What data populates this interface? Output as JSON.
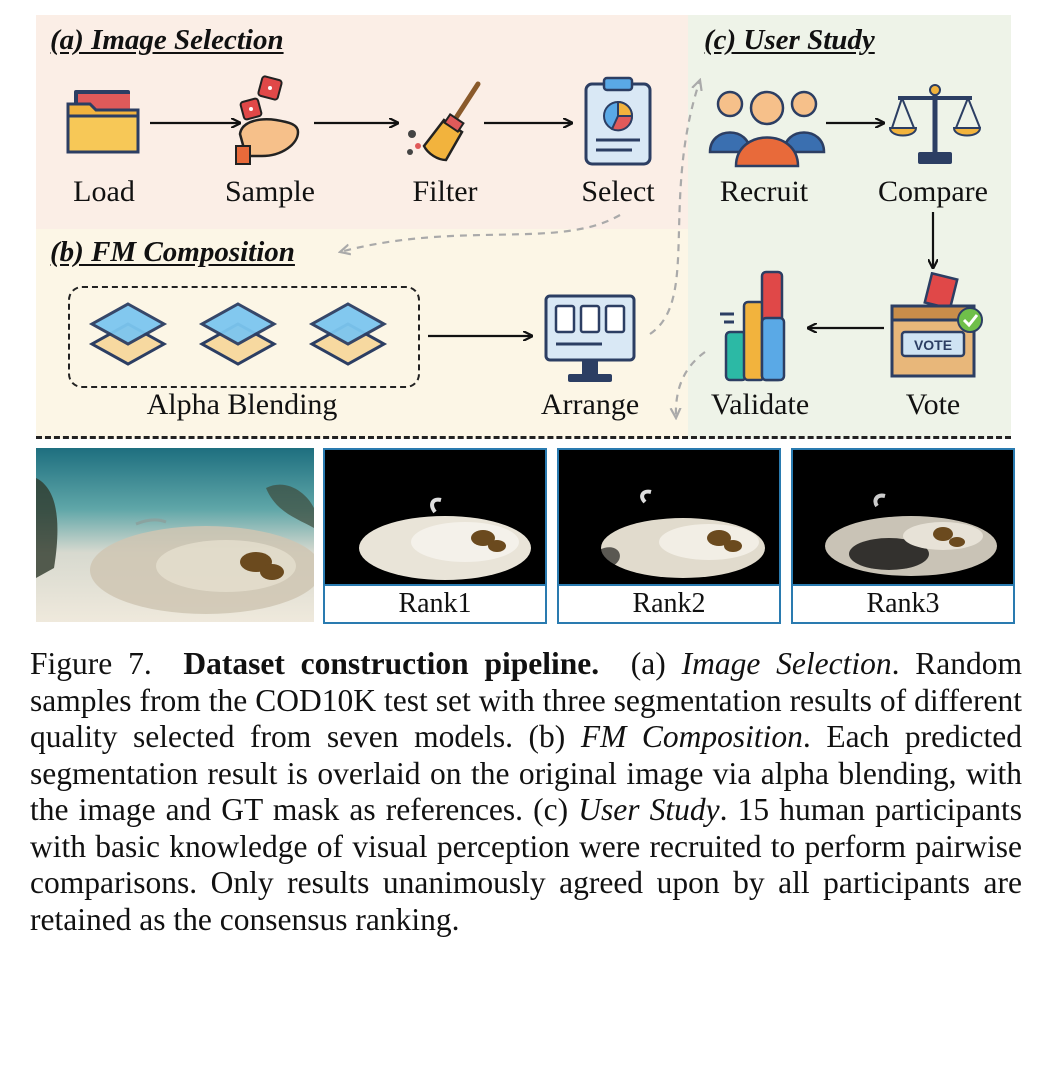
{
  "sections": {
    "a": {
      "title": "(a) Image Selection",
      "steps": [
        "Load",
        "Sample",
        "Filter",
        "Select"
      ]
    },
    "b": {
      "title": "(b) FM Composition",
      "group_label": "Alpha Blending",
      "arrange_label": "Arrange"
    },
    "c": {
      "title": "(c) User Study",
      "steps": [
        "Recruit",
        "Compare",
        "Vote",
        "Validate"
      ]
    }
  },
  "vote_badge": "VOTE",
  "ranks": [
    "Rank1",
    "Rank2",
    "Rank3"
  ],
  "caption": {
    "fig_label": "Figure 7.",
    "bold_title": "Dataset construction pipeline.",
    "a_label": "(a)",
    "a_name": "Image Selection",
    "a_text": "Random samples from the COD10K test set with three segmentation results of different quality selected from seven models.",
    "b_label": "(b)",
    "b_name": "FM Composition",
    "b_text": "Each predicted segmentation result is overlaid on the original image via alpha blending, with the image and GT mask as references.",
    "c_label": "(c)",
    "c_name": "User Study",
    "c_text": "15 human participants with basic knowledge of visual perception were recruited to perform pairwise comparisons. Only results unanimously agreed upon by all participants are retained as the consensus ranking."
  },
  "colors": {
    "panel_a": "#fbeee6",
    "panel_b": "#fcf6e6",
    "panel_c": "#eef3e8",
    "rank_border": "#2a7bb0"
  }
}
